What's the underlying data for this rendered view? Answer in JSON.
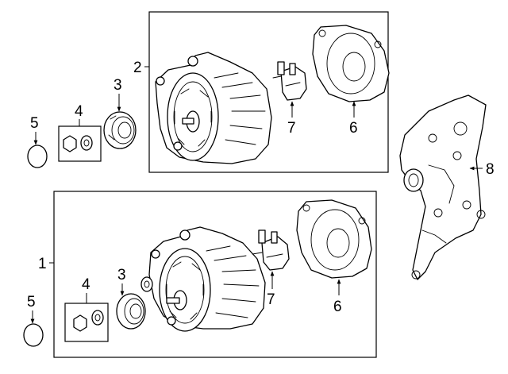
{
  "callouts": {
    "top_group": "2",
    "top_bolt_kit": "4",
    "top_cap": "5",
    "top_pulley": "3",
    "top_regulator": "7",
    "top_end_frame": "6",
    "bracket": "8",
    "bottom_group": "1",
    "bottom_bolt_kit": "4",
    "bottom_cap": "5",
    "bottom_pulley": "3",
    "bottom_regulator": "7",
    "bottom_end_frame": "6"
  }
}
